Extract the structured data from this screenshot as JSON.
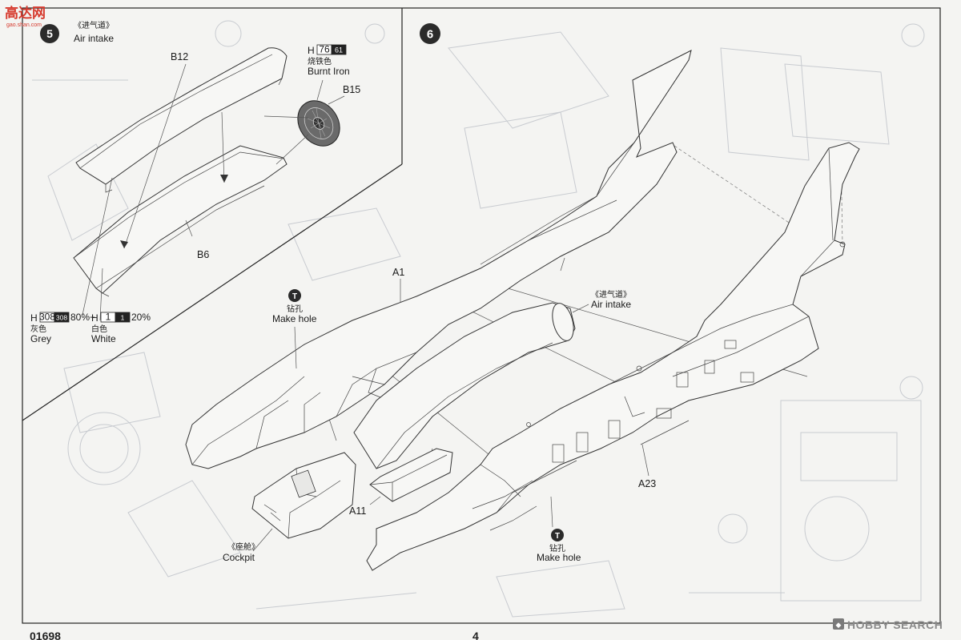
{
  "watermark_top": {
    "brand": "高达网",
    "url": "gao.shan.com"
  },
  "watermark_bottom": {
    "brand": "HOBBY SEARCH"
  },
  "step5": {
    "number": "5",
    "title_cn": "《进气道》",
    "title_en": "Air intake",
    "parts": {
      "b12": "B12",
      "b15": "B15",
      "b6": "B6"
    },
    "paint_burnt_iron": {
      "prefix": "H",
      "code1": "76",
      "code2": "61",
      "name_cn": "烧铁色",
      "name_en": "Burnt Iron"
    },
    "paint_mix": {
      "grey": {
        "prefix": "H",
        "code1": "308",
        "code2": "308",
        "pct": "80%+",
        "name_cn": "灰色",
        "name_en": "Grey"
      },
      "white": {
        "prefix": "H",
        "code1": "1",
        "code2": "1",
        "pct": "20%",
        "name_cn": "白色",
        "name_en": "White"
      }
    }
  },
  "step6": {
    "number": "6",
    "parts": {
      "a1": "A1",
      "a11": "A11",
      "a23": "A23"
    },
    "drill_top": {
      "symbol": "T",
      "text_cn": "钻孔",
      "text_en": "Make hole"
    },
    "drill_bottom": {
      "symbol": "T",
      "text_cn": "钻孔",
      "text_en": "Make hole"
    },
    "air_intake": {
      "text_cn": "《进气道》",
      "text_en": "Air intake"
    },
    "cockpit": {
      "text_cn": "《座舱》",
      "text_en": "Cockpit"
    }
  },
  "footer": {
    "code": "01698",
    "page": "4"
  }
}
